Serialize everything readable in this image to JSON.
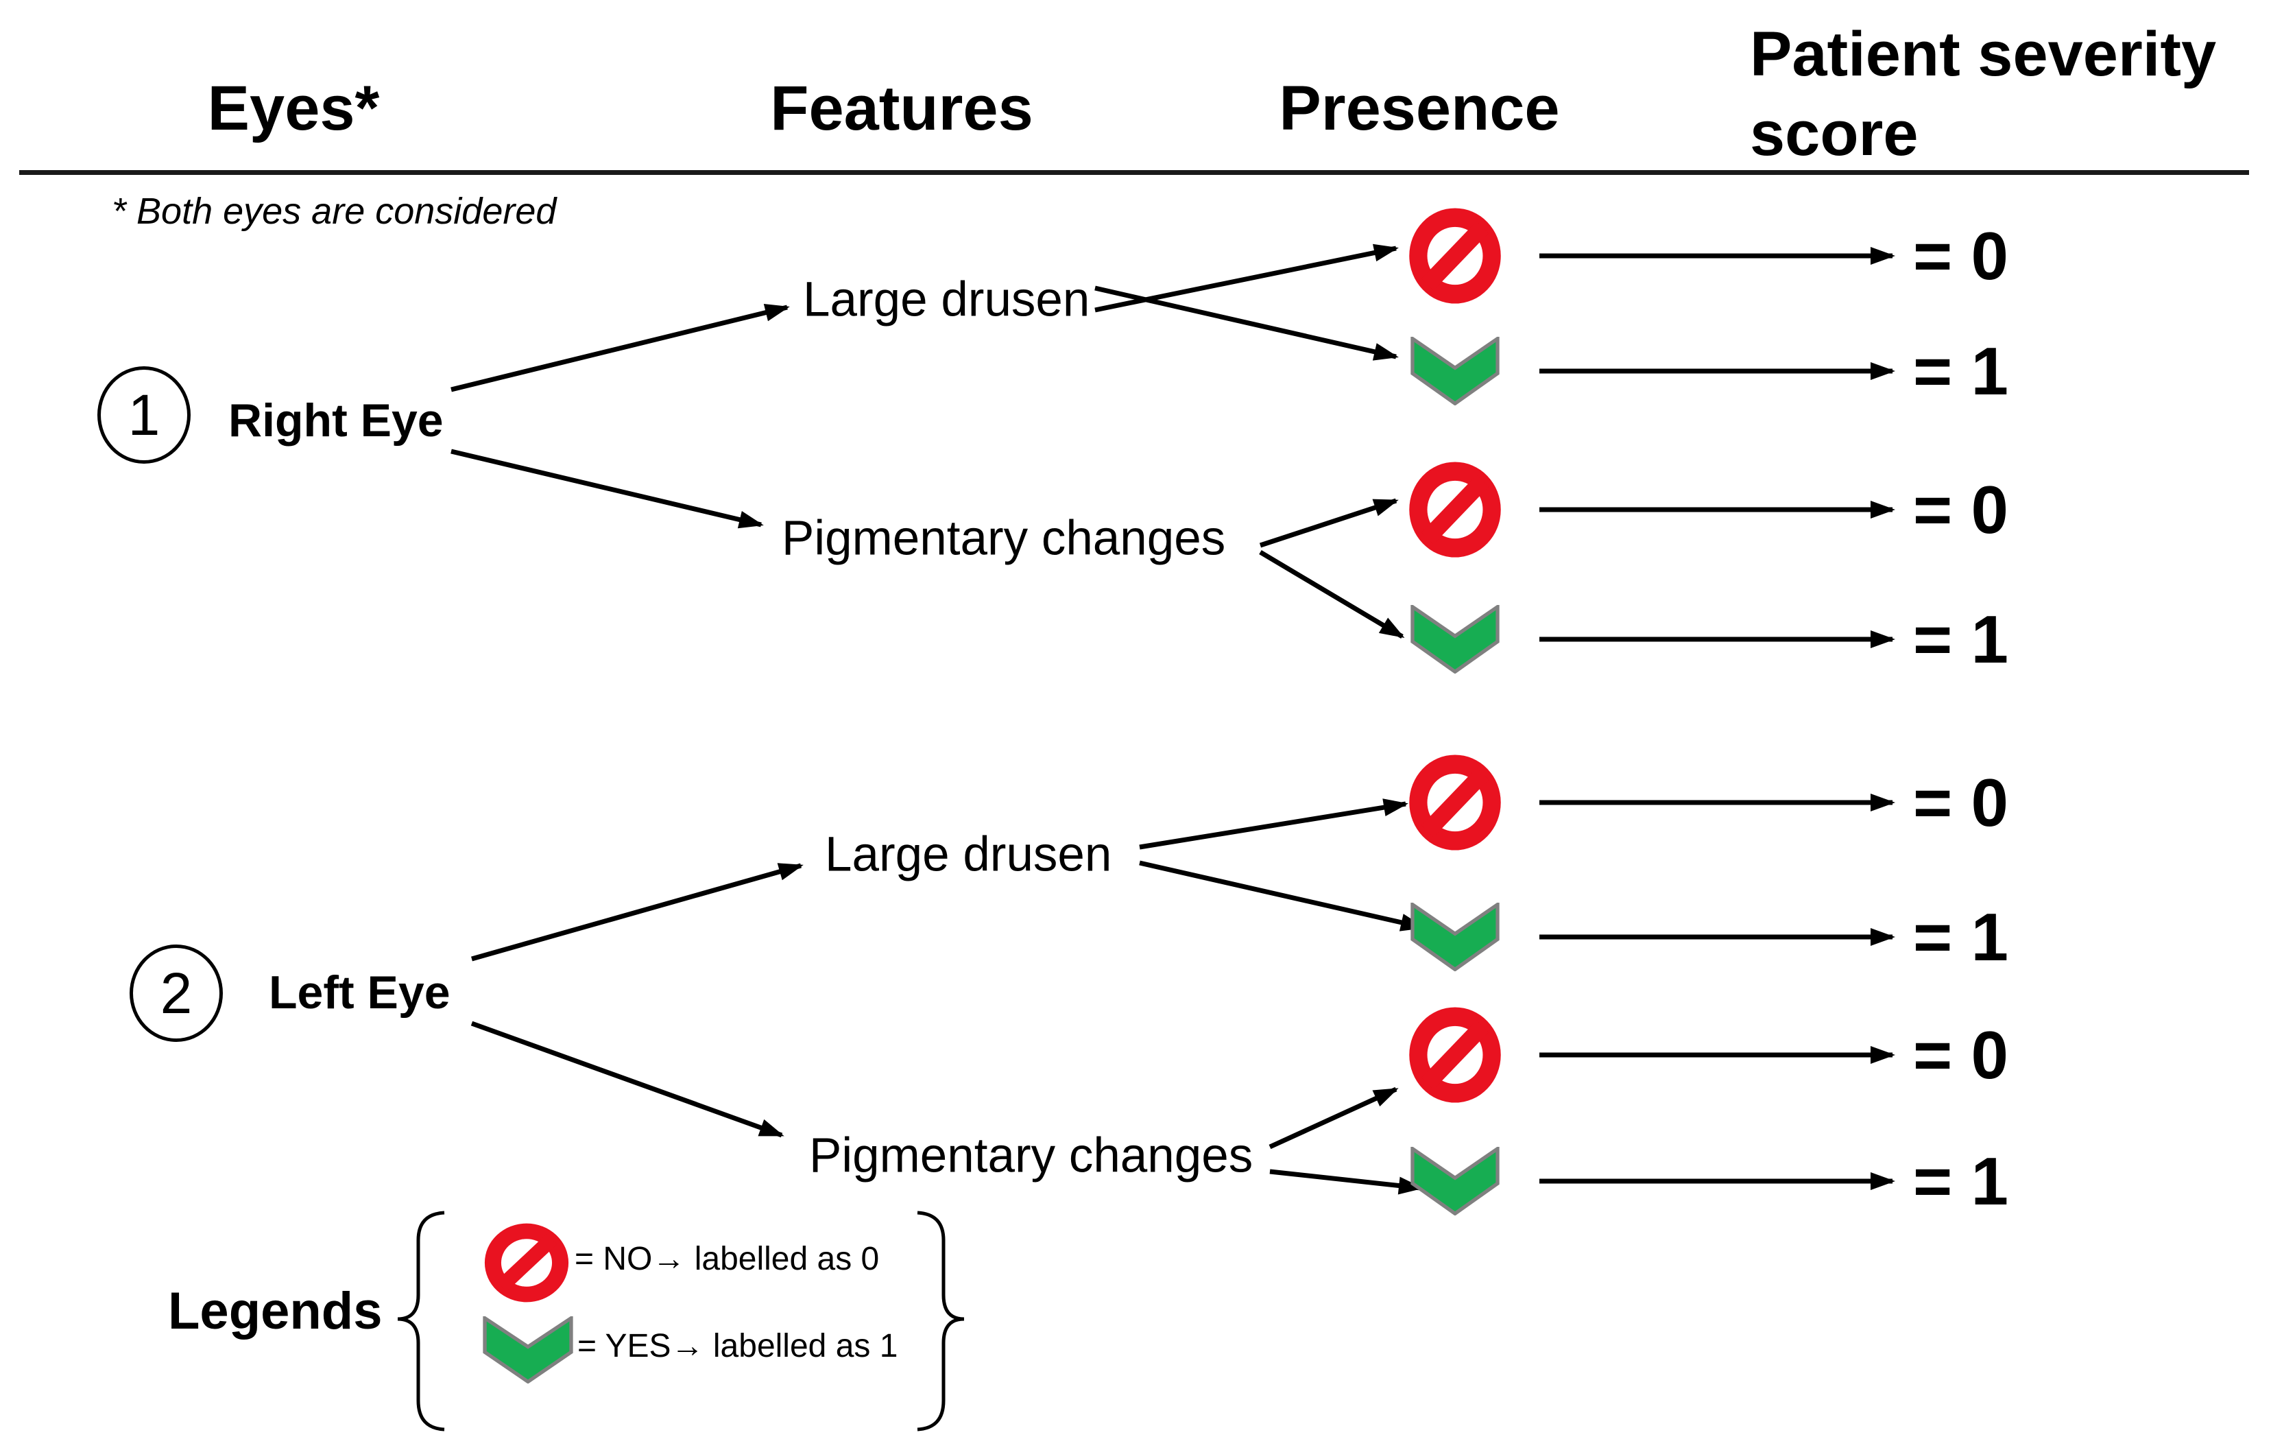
{
  "header": {
    "columns": [
      {
        "label": "Eyes*"
      },
      {
        "label": "Features"
      },
      {
        "label": "Presence"
      },
      {
        "label": "Patient severity score"
      }
    ],
    "footnote": "* Both eyes are considered"
  },
  "tree": {
    "eyes": [
      {
        "number": "1",
        "label": "Right Eye",
        "features": [
          {
            "label": "Large drusen",
            "outcomes": [
              {
                "presence": "no",
                "icon": "no-entry-icon",
                "score": "= 0"
              },
              {
                "presence": "yes",
                "icon": "green-chevron-icon",
                "score": "= 1"
              }
            ]
          },
          {
            "label": "Pigmentary changes",
            "outcomes": [
              {
                "presence": "no",
                "icon": "no-entry-icon",
                "score": "= 0"
              },
              {
                "presence": "yes",
                "icon": "green-chevron-icon",
                "score": "= 1"
              }
            ]
          }
        ]
      },
      {
        "number": "2",
        "label": "Left Eye",
        "features": [
          {
            "label": "Large drusen",
            "outcomes": [
              {
                "presence": "no",
                "icon": "no-entry-icon",
                "score": "= 0"
              },
              {
                "presence": "yes",
                "icon": "green-chevron-icon",
                "score": "= 1"
              }
            ]
          },
          {
            "label": "Pigmentary changes",
            "outcomes": [
              {
                "presence": "no",
                "icon": "no-entry-icon",
                "score": "= 0"
              },
              {
                "presence": "yes",
                "icon": "green-chevron-icon",
                "score": "= 1"
              }
            ]
          }
        ]
      }
    ]
  },
  "legend": {
    "title": "Legends",
    "items": [
      {
        "icon": "no-entry-icon",
        "text": "= NO→ labelled as 0"
      },
      {
        "icon": "green-chevron-icon",
        "text": "= YES→ labelled as 1"
      }
    ]
  },
  "colors": {
    "no_red": "#e91220",
    "yes_green": "#17ad52",
    "yes_green_border": "#808080",
    "ink": "#000000"
  }
}
